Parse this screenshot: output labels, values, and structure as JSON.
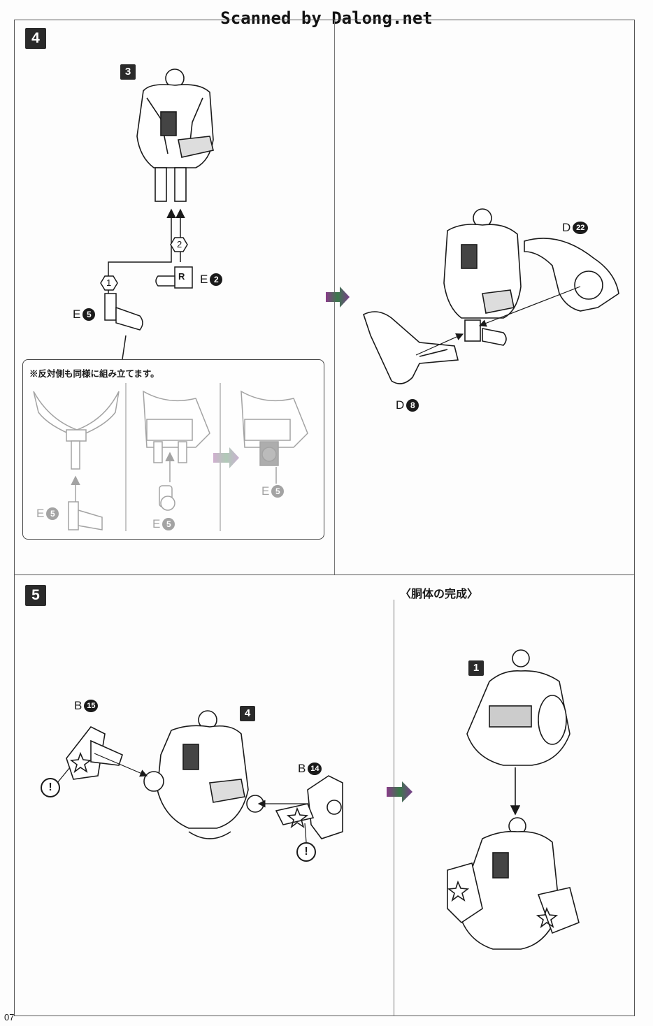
{
  "watermark": "Scanned by Dalong.net",
  "page_number": "07",
  "steps": {
    "step4": "4",
    "step5": "5"
  },
  "refs": {
    "ref3": "3",
    "ref4": "4",
    "ref1": "1"
  },
  "parts": {
    "e2": {
      "letter": "E",
      "num": "2"
    },
    "e5_main": {
      "letter": "E",
      "num": "5"
    },
    "e5_a": {
      "letter": "E",
      "num": "5"
    },
    "e5_b": {
      "letter": "E",
      "num": "5"
    },
    "e5_c": {
      "letter": "E",
      "num": "5"
    },
    "d22": {
      "letter": "D",
      "num": "22"
    },
    "d8": {
      "letter": "D",
      "num": "8"
    },
    "b15": {
      "letter": "B",
      "num": "15"
    },
    "b14": {
      "letter": "B",
      "num": "14"
    }
  },
  "order_marks": {
    "first": "1",
    "second": "2"
  },
  "part_marking": "R",
  "note": "※反対側も同様に組み立てます。",
  "completion_heading": "〈胴体の完成〉",
  "warning_symbol": "!",
  "colors": {
    "ink": "#1a1a1a",
    "frame": "#555555",
    "arrow": "#7a3d8c"
  },
  "icons": [
    "flow-arrow-icon",
    "warning-icon"
  ]
}
